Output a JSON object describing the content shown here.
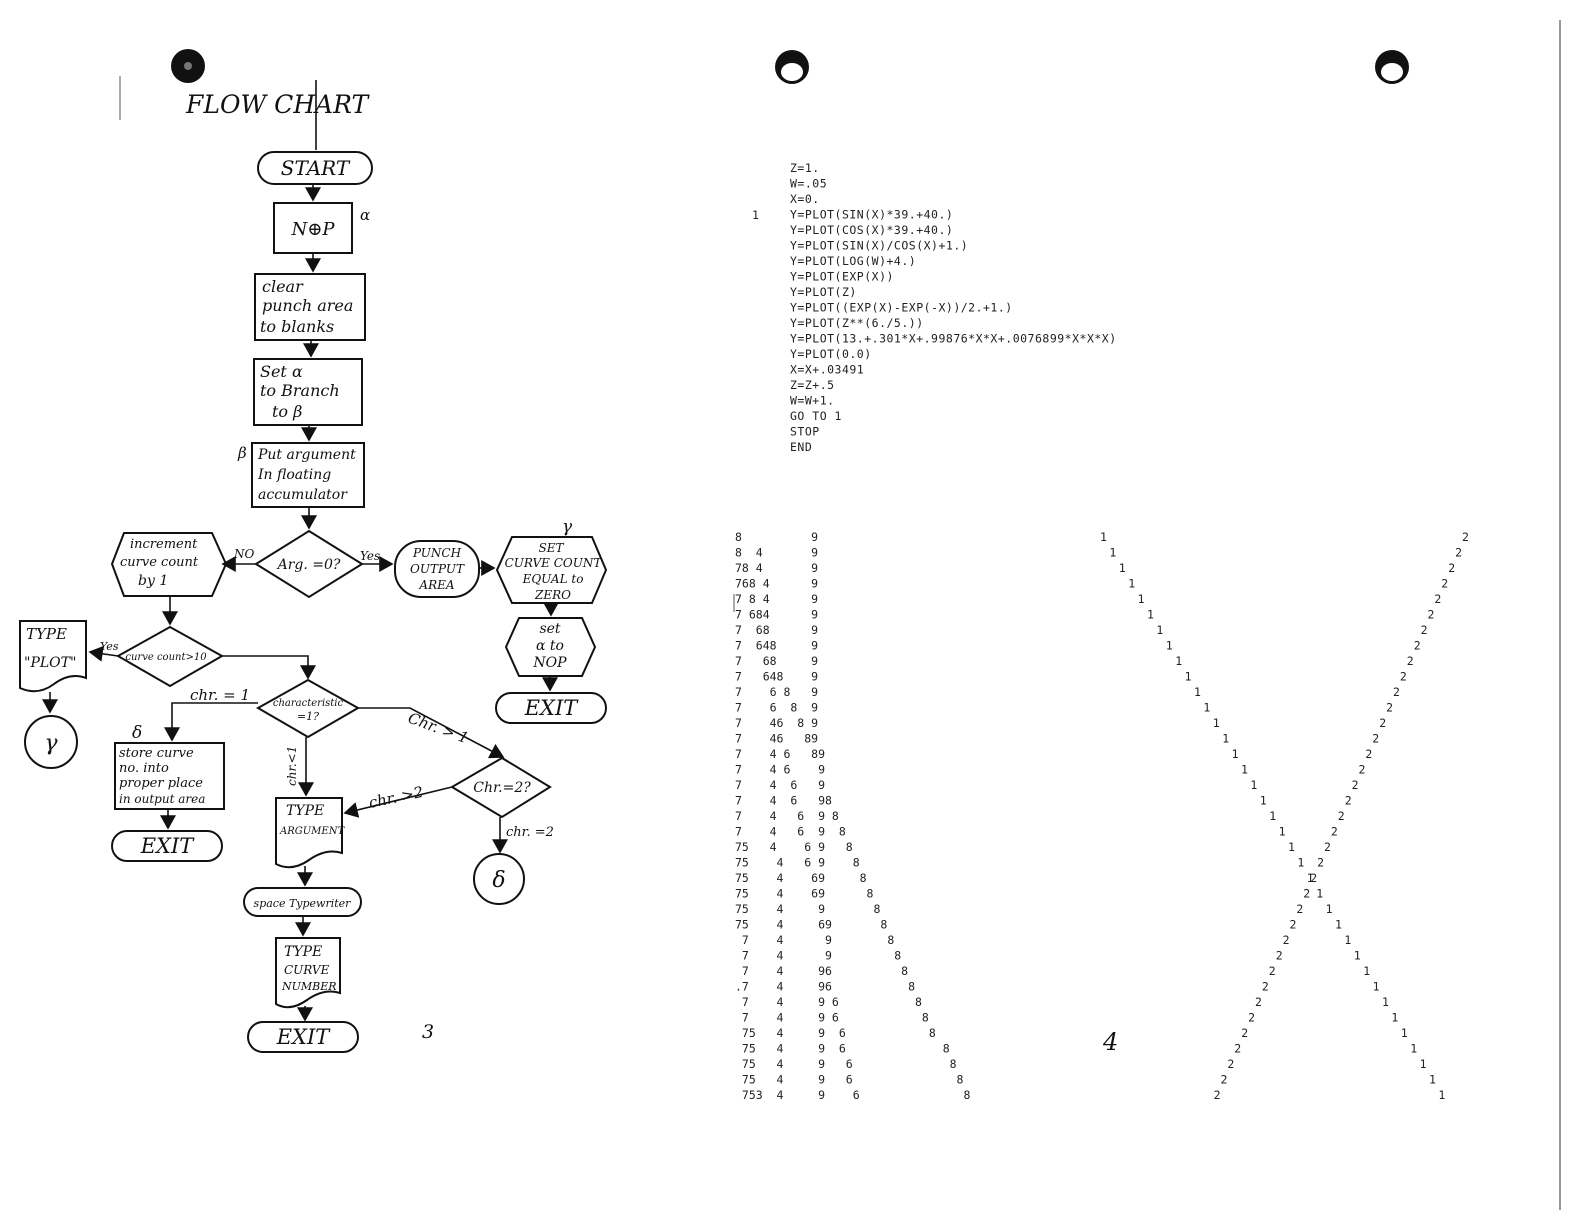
{
  "left_page": {
    "title": "FLOW CHART",
    "page_number": "3",
    "nodes": {
      "start": "START",
      "nop": "N⊕P",
      "clear_lines": [
        "clear",
        "punch area",
        "to blanks"
      ],
      "set_lines": [
        "Set α",
        "to Branch",
        "to β"
      ],
      "put_lines": [
        "Put argument",
        "In floating",
        "accumulator"
      ],
      "decision_arg": "Arg. =0?",
      "punch_lines": [
        "PUNCH",
        "OUTPUT",
        "AREA"
      ],
      "setcount_lines": [
        "SET",
        "CURVE COUNT",
        "EQUAL to",
        "ZERO"
      ],
      "setnop_lines": [
        "set",
        "α to",
        "NOP"
      ],
      "exit_right": "EXIT",
      "increment_lines": [
        "increment",
        "curve count",
        "by 1"
      ],
      "curve_decision": "curve count>10",
      "type_plot_lines": [
        "TYPE",
        "\"PLOT\""
      ],
      "gamma_connector": "γ",
      "char_decision_lines": [
        "characteristic",
        "=1?"
      ],
      "store_lines": [
        "store curve",
        "no. into",
        "proper place",
        "in output area"
      ],
      "exit_left": "EXIT",
      "chr2_decision": "Chr.=2?",
      "delta_connector": "δ",
      "type_arg_lines": [
        "TYPE",
        "ARGUMENT"
      ],
      "space": "space Typewriter",
      "type_curve_lines": [
        "TYPE",
        "CURVE",
        "NUMBER"
      ],
      "exit_bottom": "EXIT"
    },
    "edge_labels": {
      "alpha_mark": "α",
      "beta_mark": "β",
      "gamma_mark": "γ",
      "delta_mark": "δ",
      "no": "NO",
      "yes": "Yes",
      "yes_curve": "Yes",
      "chr_eq_1": "chr. = 1",
      "chr_gt_1": "Chr. > 1",
      "chr_lt_1": "chr.<1",
      "chr_gt_2": "chr. >2",
      "chr_eq_2": "chr. =2"
    }
  },
  "right_page": {
    "page_number": "4",
    "statement_label": "1",
    "code_lines": [
      "Z=1.",
      "W=.05",
      "X=0.",
      "Y=PLOT(SIN(X)*39.+40.)",
      "Y=PLOT(COS(X)*39.+40.)",
      "Y=PLOT(SIN(X)/COS(X)+1.)",
      "Y=PLOT(LOG(W)+4.)",
      "Y=PLOT(EXP(X))",
      "Y=PLOT(Z)",
      "Y=PLOT((EXP(X)-EXP(-X))/2.+1.)",
      "Y=PLOT(Z**(6./5.))",
      "Y=PLOT(13.+.301*X+.99876*X*X+.0076899*X*X*X)",
      "Y=PLOT(0.0)",
      "X=X+.03491",
      "Z=Z+.5",
      "W=W+1.",
      "GO TO 1",
      "STOP",
      "END"
    ],
    "plot_rows": [
      "8          9",
      "8  4       9",
      "78 4       9",
      "768 4      9",
      "7 8 4      9",
      "7 684      9",
      "7  68      9",
      "7  648     9",
      "7   68     9",
      "7   648    9",
      "7    6 8   9",
      "7    6  8  9",
      "7    46  8 9",
      "7    46   89",
      "7    4 6   89",
      "7    4 6    9",
      "7    4  6   9",
      "7    4  6   98",
      "7    4   6  9 8",
      "7    4   6  9  8",
      "75   4    6 9   8",
      "75    4   6 9    8",
      "75    4    69     8",
      "75    4    69      8",
      "75    4     9       8",
      "75    4     69       8",
      " 7    4      9        8",
      " 7    4      9         8",
      " 7    4     96          8",
      ".7    4     96           8",
      " 7    4     9 6           8",
      " 7    4     9 6            8",
      " 75   4     9  6            8",
      " 75   4     9  6              8",
      " 75   4     9   6              8",
      " 75   4     9   6               8",
      " 753  4     9    6               8"
    ],
    "x_chart": {
      "series_1_label": "1",
      "series_2_label": "2",
      "rows": 37
    }
  }
}
